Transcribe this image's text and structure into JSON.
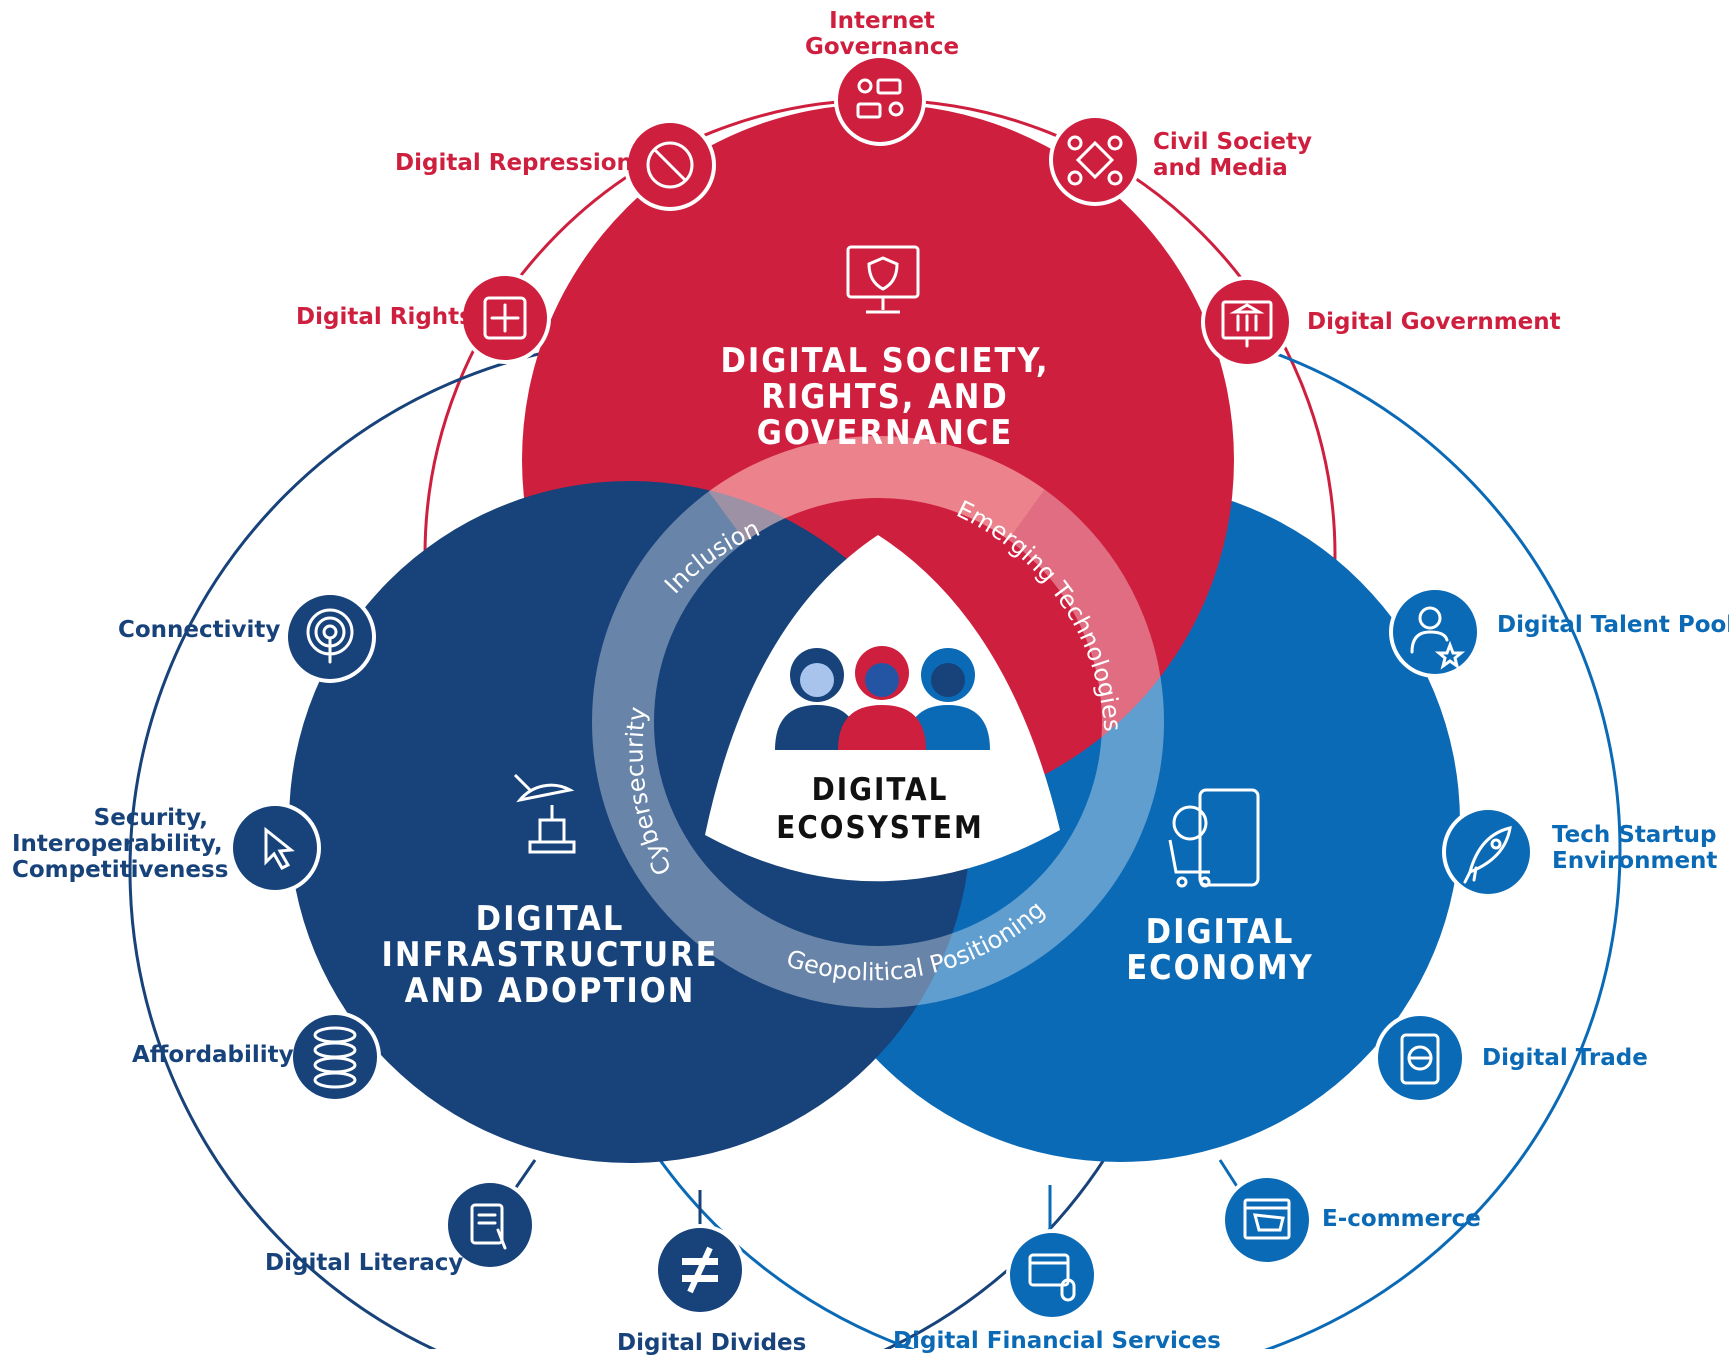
{
  "colors": {
    "red": "#cf1f3e",
    "navy": "#17427a",
    "blue": "#0b6ab6",
    "ring": "rgba(255,255,255,0.35)"
  },
  "center": {
    "title_line1": "DIGITAL",
    "title_line2": "ECOSYSTEM",
    "icon": "people-group-icon"
  },
  "circles": {
    "society": {
      "line1": "DIGITAL SOCIETY,",
      "line2": "RIGHTS, AND",
      "line3": "GOVERNANCE",
      "icon": "secure-monitor-icon"
    },
    "infrastructure": {
      "line1": "DIGITAL",
      "line2": "INFRASTRUCTURE",
      "line3": "AND ADOPTION",
      "icon": "satellite-dish-icon"
    },
    "economy": {
      "line1": "DIGITAL",
      "line2": "ECONOMY",
      "icon": "mobile-commerce-icon"
    }
  },
  "ring_labels": {
    "inclusion": "Inclusion",
    "emerging": "Emerging Technologies",
    "cyber": "Cybersecurity",
    "geo": "Geopolitical Positioning"
  },
  "nodes": {
    "internet_governance": {
      "line1": "Internet",
      "line2": "Governance",
      "icon": "chat-users-icon"
    },
    "digital_repression": {
      "label": "Digital Repression",
      "icon": "prohibited-icon"
    },
    "civil_society": {
      "line1": "Civil Society",
      "line2": "and Media",
      "icon": "network-people-icon"
    },
    "digital_rights": {
      "label": "Digital Rights",
      "icon": "circuit-handshake-icon"
    },
    "digital_government": {
      "label": "Digital Government",
      "icon": "government-monitor-icon"
    },
    "connectivity": {
      "label": "Connectivity",
      "icon": "antenna-signal-icon"
    },
    "security": {
      "line1": "Security,",
      "line2": "Interoperability,",
      "line3": "Competitiveness",
      "icon": "cursor-icon"
    },
    "affordability": {
      "label": "Affordability",
      "icon": "coins-stack-icon"
    },
    "digital_literacy": {
      "label": "Digital Literacy",
      "icon": "tablet-touch-icon"
    },
    "digital_divides": {
      "label": "Digital Divides",
      "icon": "not-equal-icon"
    },
    "digital_financial": {
      "label": "Digital Financial Services",
      "icon": "online-payment-icon"
    },
    "ecommerce": {
      "label": "E-commerce",
      "icon": "shopping-cart-browser-icon"
    },
    "digital_trade": {
      "label": "Digital Trade",
      "icon": "globe-tablet-icon"
    },
    "tech_startup": {
      "line1": "Tech Startup",
      "line2": "Environment",
      "icon": "rocket-icon"
    },
    "talent_pool": {
      "label": "Digital Talent Pool",
      "icon": "person-star-icon"
    }
  }
}
